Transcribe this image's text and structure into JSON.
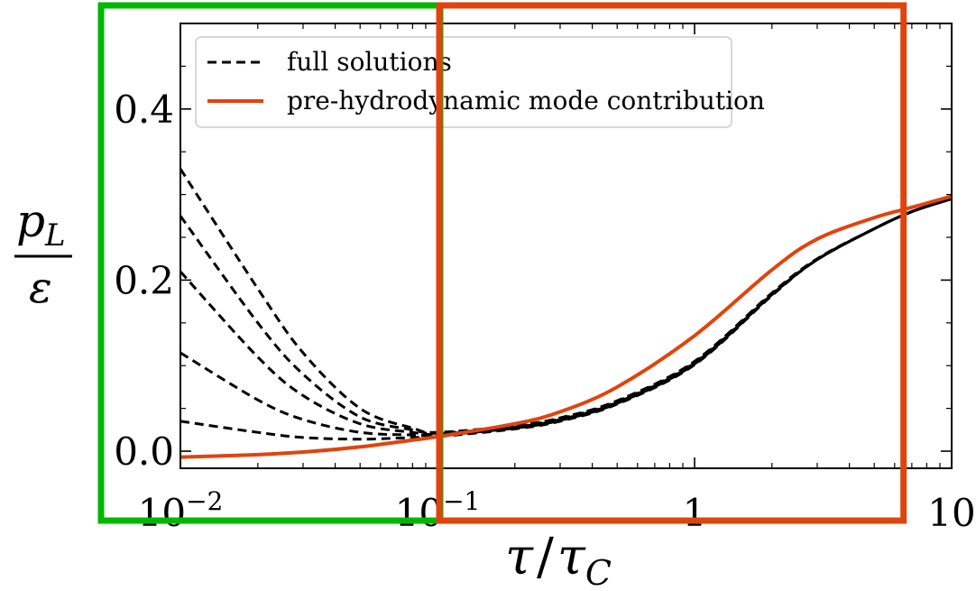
{
  "chart_data": {
    "type": "line",
    "x_scale": "log",
    "xlim": [
      0.01,
      10
    ],
    "ylim": [
      -0.02,
      0.5
    ],
    "grid": false,
    "legend_placement": "top-left",
    "x_ticks": [
      {
        "value": 0.01,
        "base": "10",
        "exp": "−2"
      },
      {
        "value": 0.1,
        "base": "10",
        "exp": "−1"
      },
      {
        "value": 1,
        "base": "1",
        "exp": ""
      },
      {
        "value": 10,
        "base": "10",
        "exp": ""
      }
    ],
    "y_ticks": [
      {
        "value": 0.0,
        "label": "0.0"
      },
      {
        "value": 0.2,
        "label": "0.2"
      },
      {
        "value": 0.4,
        "label": "0.4"
      }
    ],
    "xlabel": {
      "tau": "τ",
      "slash": "/",
      "tauC": "τ",
      "sub": "C"
    },
    "ylabel": {
      "num": "p",
      "num_sub": "L",
      "den": "ε"
    },
    "legend": [
      {
        "label": "full solutions",
        "style": "dashed",
        "color": "#000000"
      },
      {
        "label": "pre-hydrodynamic mode contribution",
        "style": "solid",
        "color": "#e0440e"
      }
    ],
    "series": [
      {
        "style": "dashed",
        "color": "#000000",
        "x": [
          0.01,
          0.02,
          0.03,
          0.05,
          0.08,
          0.1,
          0.2,
          0.3,
          0.5,
          1,
          2,
          3,
          5,
          7,
          10
        ],
        "y": [
          0.33,
          0.19,
          0.115,
          0.05,
          0.027,
          0.022,
          0.03,
          0.039,
          0.059,
          0.105,
          0.185,
          0.225,
          0.26,
          0.28,
          0.295
        ]
      },
      {
        "style": "dashed",
        "color": "#000000",
        "x": [
          0.01,
          0.02,
          0.03,
          0.05,
          0.08,
          0.1,
          0.2,
          0.3,
          0.5,
          1,
          2,
          3,
          5,
          7,
          10
        ],
        "y": [
          0.275,
          0.15,
          0.09,
          0.04,
          0.025,
          0.021,
          0.029,
          0.038,
          0.058,
          0.104,
          0.184,
          0.224,
          0.26,
          0.28,
          0.295
        ]
      },
      {
        "style": "dashed",
        "color": "#000000",
        "x": [
          0.01,
          0.02,
          0.03,
          0.05,
          0.08,
          0.1,
          0.2,
          0.3,
          0.5,
          1,
          2,
          3,
          5,
          7,
          10
        ],
        "y": [
          0.21,
          0.11,
          0.065,
          0.032,
          0.022,
          0.02,
          0.028,
          0.037,
          0.057,
          0.103,
          0.183,
          0.224,
          0.26,
          0.28,
          0.295
        ]
      },
      {
        "style": "dashed",
        "color": "#000000",
        "x": [
          0.01,
          0.02,
          0.03,
          0.05,
          0.08,
          0.1,
          0.2,
          0.3,
          0.5,
          1,
          2,
          3,
          5,
          7,
          10
        ],
        "y": [
          0.115,
          0.06,
          0.037,
          0.022,
          0.019,
          0.019,
          0.027,
          0.036,
          0.056,
          0.102,
          0.183,
          0.224,
          0.26,
          0.28,
          0.295
        ]
      },
      {
        "style": "dashed",
        "color": "#000000",
        "x": [
          0.01,
          0.02,
          0.03,
          0.05,
          0.08,
          0.1,
          0.2,
          0.3,
          0.5,
          1,
          2,
          3,
          5,
          7,
          10
        ],
        "y": [
          0.035,
          0.022,
          0.016,
          0.014,
          0.016,
          0.017,
          0.026,
          0.035,
          0.055,
          0.101,
          0.182,
          0.224,
          0.26,
          0.28,
          0.295
        ]
      },
      {
        "style": "solid",
        "color": "#000000",
        "x": [
          0.1,
          0.2,
          0.3,
          0.5,
          1,
          2,
          3,
          5,
          7,
          10
        ],
        "y": [
          0.018,
          0.027,
          0.036,
          0.056,
          0.102,
          0.183,
          0.224,
          0.26,
          0.28,
          0.295
        ]
      },
      {
        "style": "solid",
        "color": "#e0440e",
        "x": [
          0.01,
          0.02,
          0.03,
          0.05,
          0.08,
          0.1,
          0.2,
          0.3,
          0.5,
          1,
          2,
          3,
          5,
          7,
          10
        ],
        "y": [
          -0.007,
          -0.004,
          -0.001,
          0.005,
          0.013,
          0.017,
          0.032,
          0.046,
          0.075,
          0.135,
          0.212,
          0.248,
          0.273,
          0.285,
          0.298
        ]
      }
    ],
    "highlight_regions": [
      {
        "color": "#00b800",
        "x_from": 0.01,
        "x_to": 0.1
      },
      {
        "color": "#e0440e",
        "x_from": 0.1,
        "x_to": 6.5
      }
    ]
  }
}
